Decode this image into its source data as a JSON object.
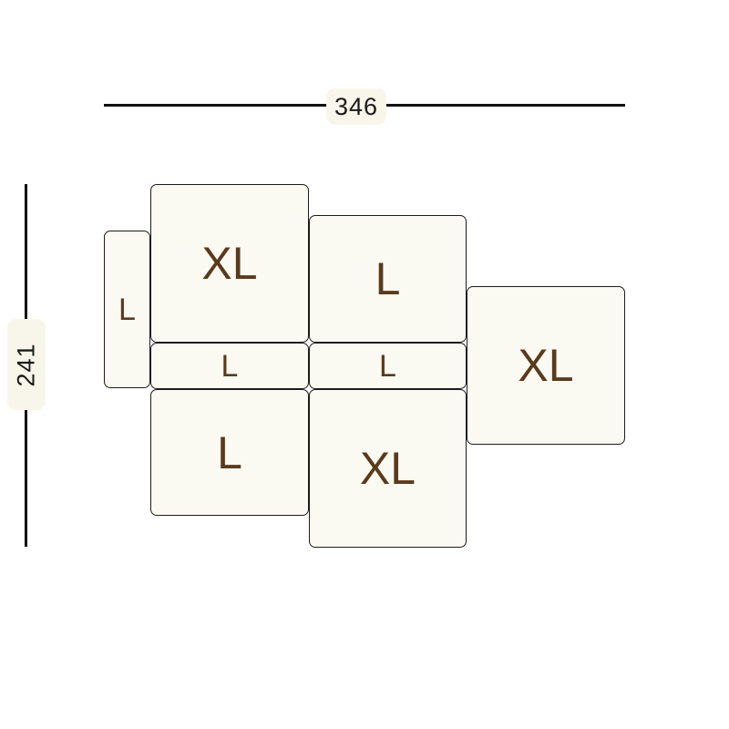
{
  "dimensions": {
    "width_label": "346",
    "height_label": "241"
  },
  "colors": {
    "piece_fill": "#fbfaf2",
    "piece_border": "#1c1c1c",
    "label_text": "#5b3a1c",
    "dimension_line": "#111111"
  },
  "pieces": [
    {
      "size": "L"
    },
    {
      "size": "XL"
    },
    {
      "size": "L"
    },
    {
      "size": "L"
    },
    {
      "size": "L"
    },
    {
      "size": "L"
    },
    {
      "size": "XL"
    },
    {
      "size": "XL"
    }
  ]
}
